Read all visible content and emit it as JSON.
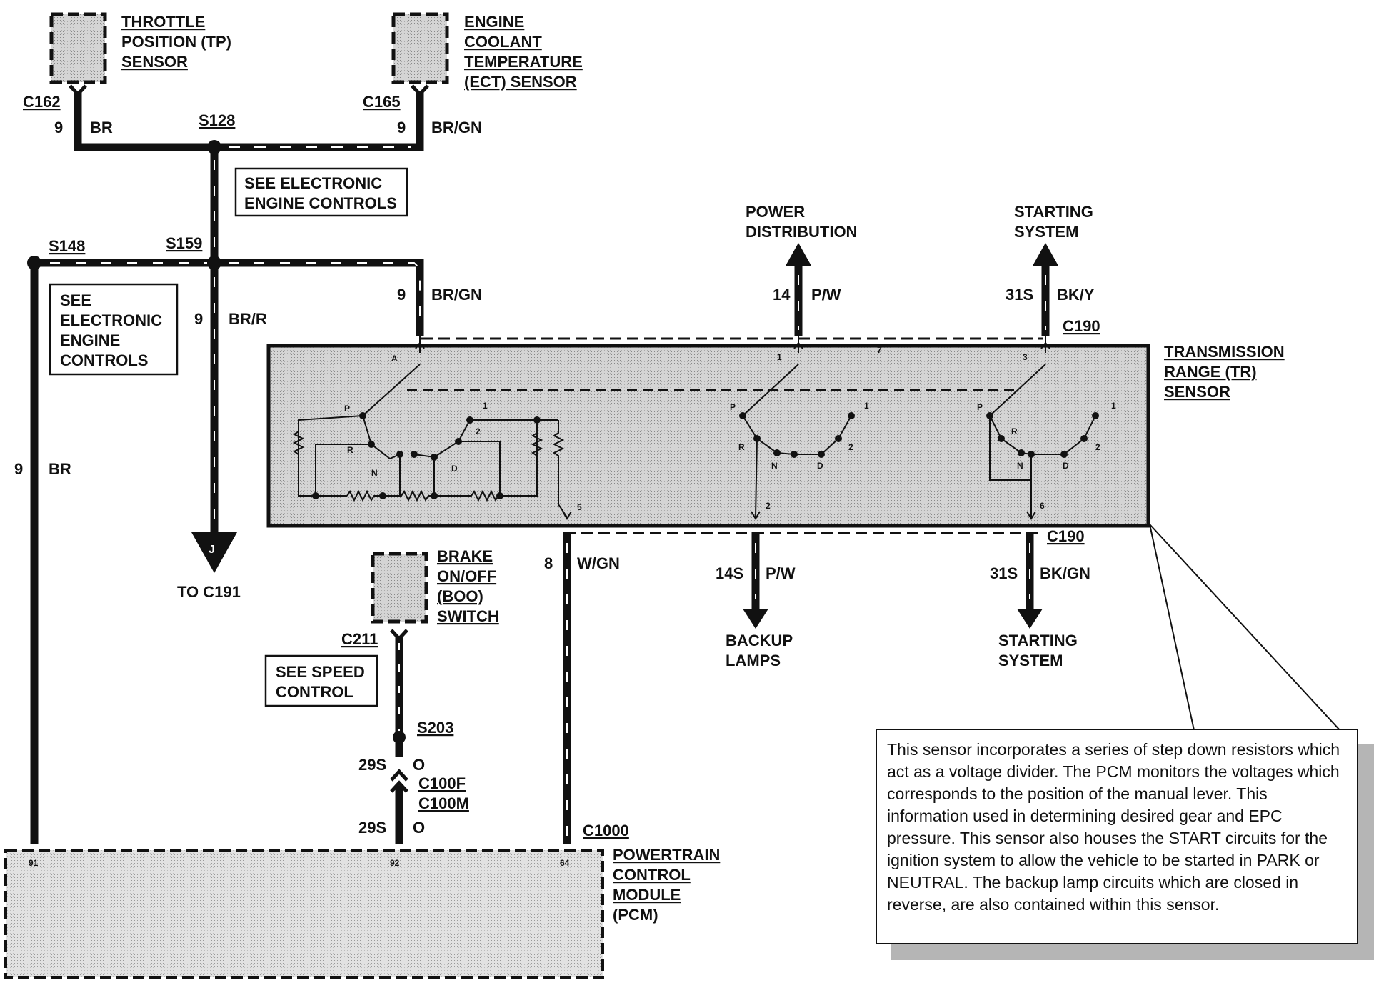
{
  "components": {
    "tp_sensor": [
      "THROTTLE",
      "POSITION (TP)",
      "SENSOR"
    ],
    "ect_sensor": [
      "ENGINE",
      "COOLANT",
      "TEMPERATURE",
      "(ECT) SENSOR"
    ],
    "tr_sensor": [
      "TRANSMISSION",
      "RANGE (TR)",
      "SENSOR"
    ],
    "boo_switch": [
      "BRAKE",
      "ON/OFF",
      "(BOO)",
      "SWITCH"
    ],
    "pcm": [
      "POWERTRAIN",
      "CONTROL",
      "MODULE",
      "(PCM)"
    ]
  },
  "references": {
    "eec_1": [
      "SEE ELECTRONIC",
      "ENGINE CONTROLS"
    ],
    "eec_2": [
      "SEE",
      "ELECTRONIC",
      "ENGINE",
      "CONTROLS"
    ],
    "speed_control": [
      "SEE SPEED",
      "CONTROL"
    ],
    "to_c191": "TO C191",
    "power_distribution": [
      "POWER",
      "DISTRIBUTION"
    ],
    "starting_system_top": [
      "STARTING",
      "SYSTEM"
    ],
    "backup_lamps": [
      "BACKUP",
      "LAMPS"
    ],
    "starting_system_bottom": [
      "STARTING",
      "SYSTEM"
    ]
  },
  "connectors": {
    "c162": "C162",
    "c165": "C165",
    "c190_top": "C190",
    "c190_bottom": "C190",
    "c211": "C211",
    "c100f": "C100F",
    "c100m": "C100M",
    "c1000": "C1000"
  },
  "splices": {
    "s128": "S128",
    "s148": "S148",
    "s159": "S159",
    "s203": "S203"
  },
  "wires": {
    "tp_circuit": "9",
    "tp_color": "BR",
    "ect_circuit": "9",
    "ect_color": "BR/GN",
    "s159_down_circuit": "9",
    "s159_down_color": "BR/R",
    "s148_down_circuit": "9",
    "s148_down_color": "BR",
    "tr_a_circuit": "9",
    "tr_a_color": "BR/GN",
    "tr_1_circuit": "14",
    "tr_1_color": "P/W",
    "tr_3_circuit": "31S",
    "tr_3_color": "BK/Y",
    "tr_5_circuit": "8",
    "tr_5_color": "W/GN",
    "tr_2_circuit": "14S",
    "tr_2_color": "P/W",
    "tr_6_circuit": "31S",
    "tr_6_color": "BK/GN",
    "boo_circuit_upper": "29S",
    "boo_color_upper": "O",
    "boo_circuit_lower": "29S",
    "boo_color_lower": "O"
  },
  "pins": {
    "tr": {
      "a": "A",
      "p1": "1",
      "p3": "3",
      "p5": "5",
      "p2": "2",
      "p6": "6"
    },
    "pcm": {
      "p91": "91",
      "p92": "92",
      "p64": "64"
    },
    "jump": "J",
    "switch_positions": {
      "p": "P",
      "r": "R",
      "n": "N",
      "d": "D",
      "one": "1",
      "two": "2",
      "seven": "7"
    }
  },
  "note": "This sensor incorporates a series of step down resistors which act as a voltage divider.  The PCM monitors the voltages which corresponds to the position of the manual lever.  This information used in determining desired gear and EPC pressure.  This sensor also houses the START circuits for the ignition system to allow the vehicle to be started in PARK or NEUTRAL.  The backup lamp circuits which are closed in reverse, are also contained within this sensor.",
  "colors": {
    "ink": "#111111",
    "fill": "#c8c8c8",
    "shadow": "#b5b5b5"
  }
}
